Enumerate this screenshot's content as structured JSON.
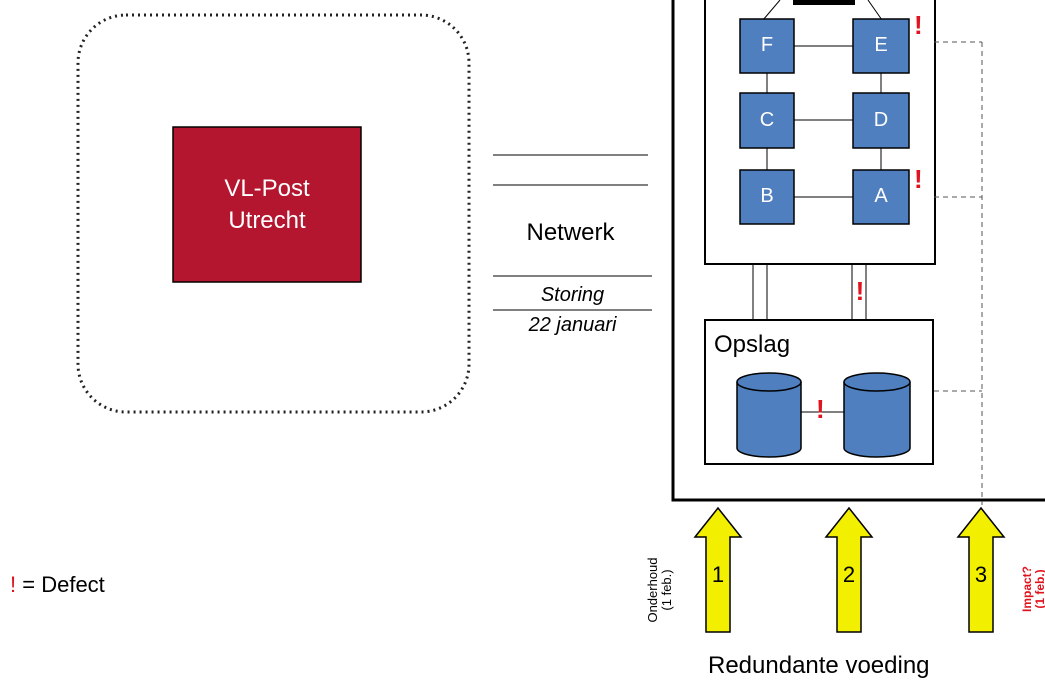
{
  "location_box": {
    "line1": "VL-Post",
    "line2": "Utrecht",
    "color": "#b5162f"
  },
  "network": {
    "label": "Netwerk",
    "incident_line1": "Storing",
    "incident_line2": "22 januari"
  },
  "servers": {
    "nodes": [
      "F",
      "E",
      "C",
      "D",
      "B",
      "A"
    ],
    "node_color": "#4f7fbf"
  },
  "storage": {
    "label": "Opslag",
    "disk_color": "#4f7fbf"
  },
  "power": {
    "title": "Redundante voeding",
    "feeds": [
      {
        "number": "1",
        "note_line1": "Onderhoud",
        "note_line2": "(1 feb.)"
      },
      {
        "number": "2"
      },
      {
        "number": "3",
        "note_line1": "Impact?",
        "note_line2": "(1 feb.)"
      }
    ],
    "arrow_color": "#f2ef00"
  },
  "legend": {
    "symbol": "!",
    "text": "= Defect"
  },
  "defect_symbol": "!",
  "defect_color": "#e0141e"
}
